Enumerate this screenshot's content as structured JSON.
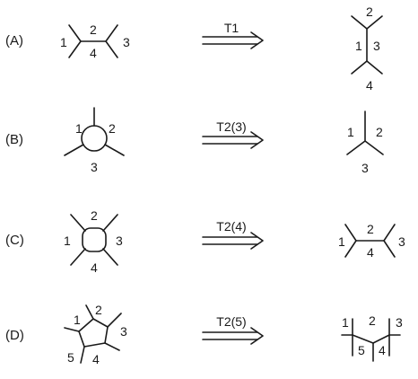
{
  "rows": [
    {
      "label": "(A)",
      "op": "T1",
      "left": {
        "n1": "1",
        "n2": "2",
        "n3": "4",
        "n4": "3"
      },
      "right": {
        "n1": "2",
        "n2": "1",
        "n3": "3",
        "n4": "4"
      }
    },
    {
      "label": "(B)",
      "op": "T2(3)",
      "left": {
        "n1": "1",
        "n2": "2",
        "n3": "3"
      },
      "right": {
        "n1": "1",
        "n2": "2",
        "n3": "3"
      }
    },
    {
      "label": "(C)",
      "op": "T2(4)",
      "left": {
        "n1": "2",
        "n2": "1",
        "n3": "3",
        "n4": "4"
      },
      "right": {
        "n1": "1",
        "n2": "2",
        "n3": "4",
        "n4": "3"
      }
    },
    {
      "label": "(D)",
      "op": "T2(5)",
      "left": {
        "n1": "1",
        "n2": "2",
        "n3": "3",
        "n4": "5",
        "n5": "4"
      },
      "right": {
        "n1": "1",
        "n2": "2",
        "n3": "3",
        "n4": "5",
        "n5": "4"
      }
    }
  ]
}
